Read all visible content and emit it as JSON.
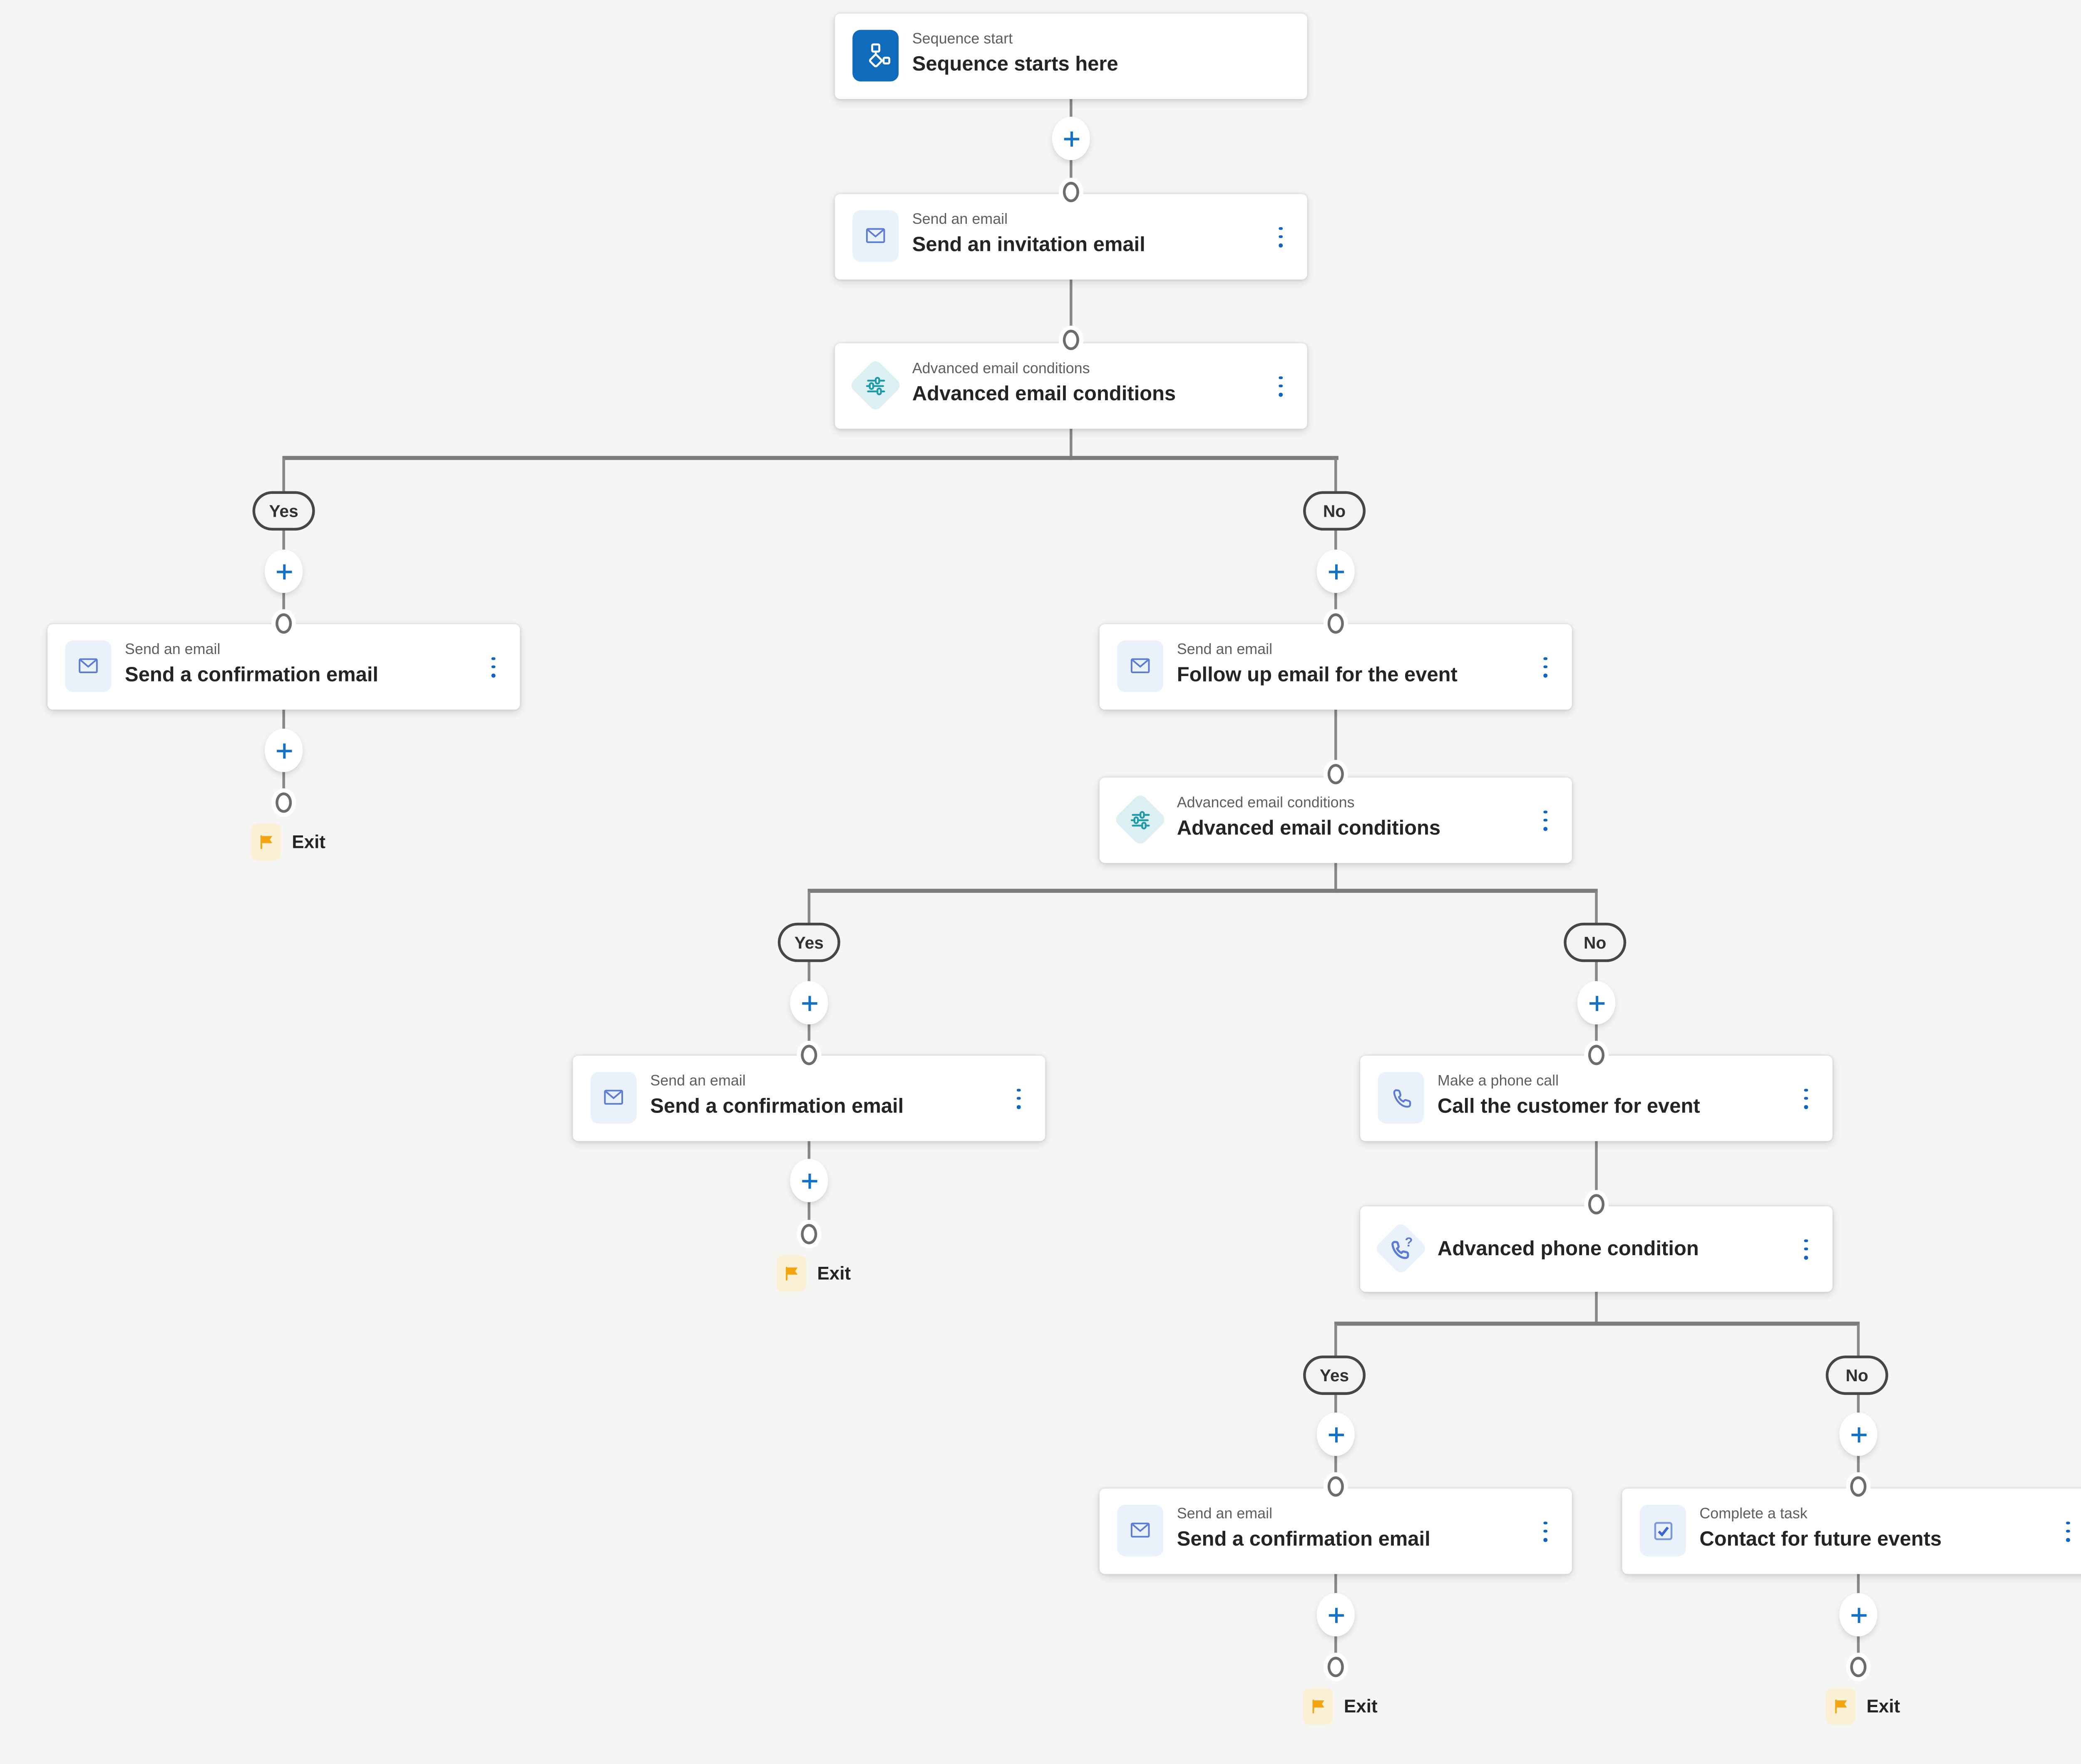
{
  "canvas": {
    "background_color": "#f5f5f4"
  },
  "colors": {
    "accent_blue": "#1372c6",
    "icon_blue_stroke": "#5b7cd6",
    "icon_blue_bg": "#e9f1fb",
    "sequence_start_blue": "#0f6cbd",
    "condition_teal": "#1e9aaa",
    "condition_teal_bg": "#dceff2",
    "flag_amber": "#f2a30e",
    "flag_bg": "#fbf0d3",
    "connector_gray": "#8a8886",
    "card_bg": "#ffffff"
  },
  "nodes": {
    "sequence_start": {
      "label": "Sequence start",
      "title": "Sequence starts here"
    },
    "invitation_email": {
      "label": "Send an email",
      "title": "Send an invitation email"
    },
    "adv_email_cond_1": {
      "label": "Advanced email conditions",
      "title": "Advanced email conditions"
    },
    "confirmation_email_1": {
      "label": "Send an email",
      "title": "Send a confirmation email"
    },
    "followup_email": {
      "label": "Send an email",
      "title": "Follow up email for the event"
    },
    "adv_email_cond_2": {
      "label": "Advanced email conditions",
      "title": "Advanced email conditions"
    },
    "confirmation_email_2": {
      "label": "Send an email",
      "title": "Send a confirmation email"
    },
    "phone_call": {
      "label": "Make a phone call",
      "title": "Call the customer for event"
    },
    "adv_phone_cond": {
      "title": "Advanced phone condition"
    },
    "confirmation_email_3": {
      "label": "Send an email",
      "title": "Send a confirmation email"
    },
    "complete_task": {
      "label": "Complete a task",
      "title": "Contact for future events"
    }
  },
  "branch_labels": {
    "yes": "Yes",
    "no": "No"
  },
  "exit_label": "Exit"
}
